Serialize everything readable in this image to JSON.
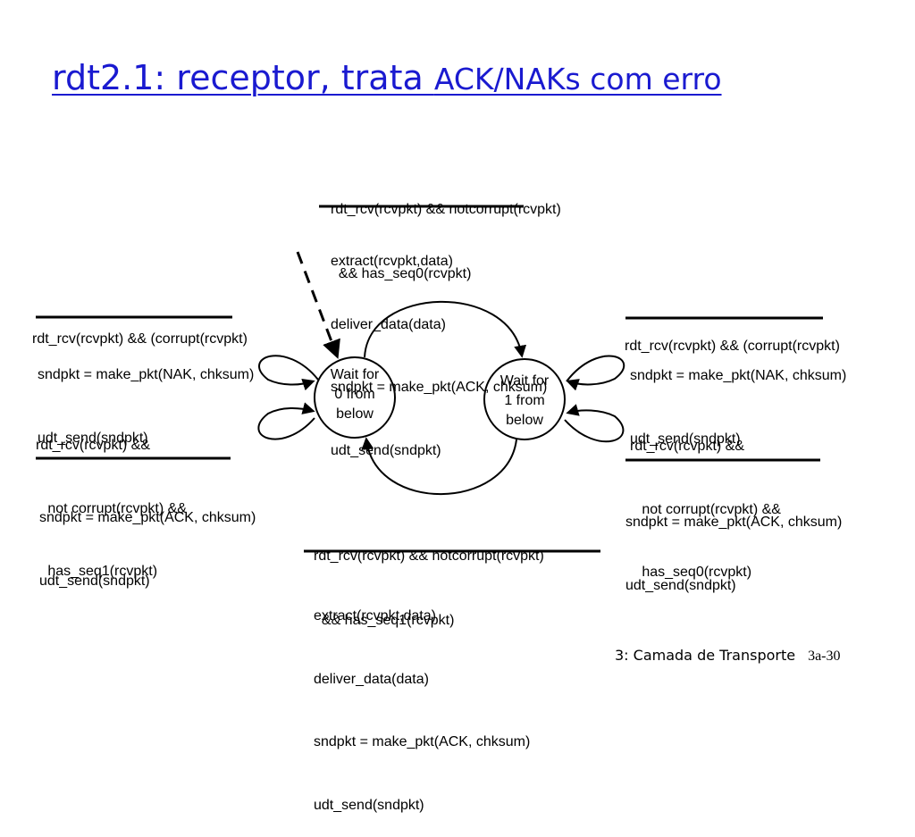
{
  "title": {
    "part1": "rdt2.1: receptor, trata ",
    "part2": "ACK/NAKs com erro"
  },
  "states": [
    {
      "lines": [
        "Wait for",
        "0 from",
        "below"
      ]
    },
    {
      "lines": [
        "Wait for",
        "1 from",
        "below"
      ]
    }
  ],
  "transitions": {
    "top": {
      "event": [
        "rdt_rcv(rcvpkt) && notcorrupt(rcvpkt)",
        "  && has_seq0(rcvpkt)"
      ],
      "actions": [
        "extract(rcvpkt,data)",
        "deliver_data(data)",
        "sndpkt = make_pkt(ACK, chksum)",
        "udt_send(sndpkt)"
      ]
    },
    "bottom": {
      "event": [
        "rdt_rcv(rcvpkt) && notcorrupt(rcvpkt)",
        "  && has_seq1(rcvpkt)"
      ],
      "actions": [
        "extract(rcvpkt,data)",
        "deliver_data(data)",
        "sndpkt = make_pkt(ACK, chksum)",
        "udt_send(sndpkt)"
      ]
    },
    "left_corrupt": {
      "event": [
        "rdt_rcv(rcvpkt) && (corrupt(rcvpkt)"
      ],
      "actions": [
        "sndpkt = make_pkt(NAK, chksum)",
        "udt_send(sndpkt)"
      ]
    },
    "left_dup": {
      "event": [
        "rdt_rcv(rcvpkt) &&",
        "   not corrupt(rcvpkt) &&",
        "   has_seq1(rcvpkt)"
      ],
      "actions": [
        "sndpkt = make_pkt(ACK, chksum)",
        "udt_send(sndpkt)"
      ]
    },
    "right_corrupt": {
      "event": [
        "rdt_rcv(rcvpkt) && (corrupt(rcvpkt)"
      ],
      "actions": [
        "sndpkt = make_pkt(NAK, chksum)",
        "udt_send(sndpkt)"
      ]
    },
    "right_dup": {
      "event": [
        "rdt_rcv(rcvpkt) &&",
        "   not corrupt(rcvpkt) &&",
        "   has_seq0(rcvpkt)"
      ],
      "actions": [
        "sndpkt = make_pkt(ACK, chksum)",
        "udt_send(sndpkt)"
      ]
    }
  },
  "footer": {
    "chapter": "3: Camada de Transporte",
    "page": "3a-30"
  },
  "colors": {
    "title": "#1a1ad0",
    "ink": "#000000"
  }
}
